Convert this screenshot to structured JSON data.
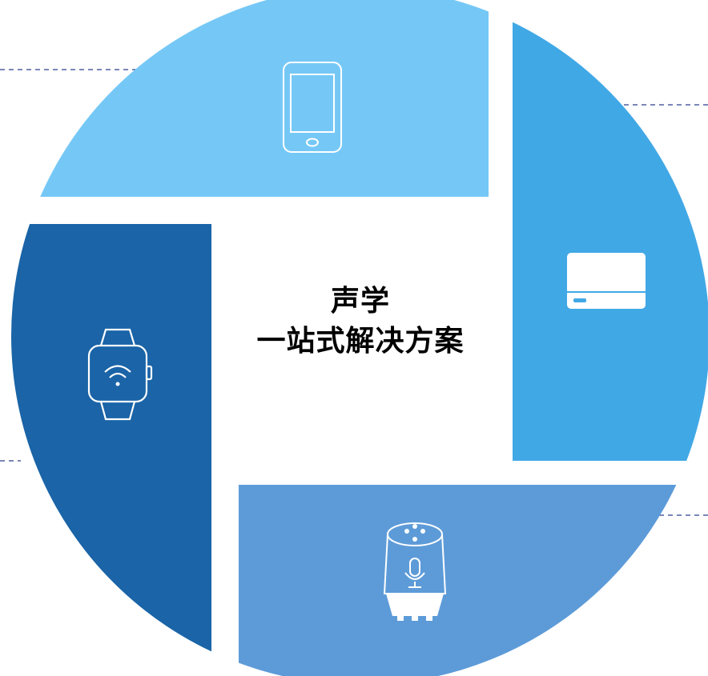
{
  "title": {
    "line1": "声学",
    "line2": "一站式解决方案"
  },
  "colors": {
    "top_left": "#75c8f6",
    "top_right": "#41a8e6",
    "bottom_right": "#5d9bd8",
    "left": "#1a64a7",
    "icon_stroke": "#ffffff",
    "guide_line": "#2d3d8c"
  },
  "segments": [
    {
      "position": "top-left",
      "icon": "smartphone-icon"
    },
    {
      "position": "right",
      "icon": "set-top-box-icon"
    },
    {
      "position": "bottom",
      "icon": "smart-speaker-icon"
    },
    {
      "position": "left",
      "icon": "smartwatch-icon"
    }
  ]
}
